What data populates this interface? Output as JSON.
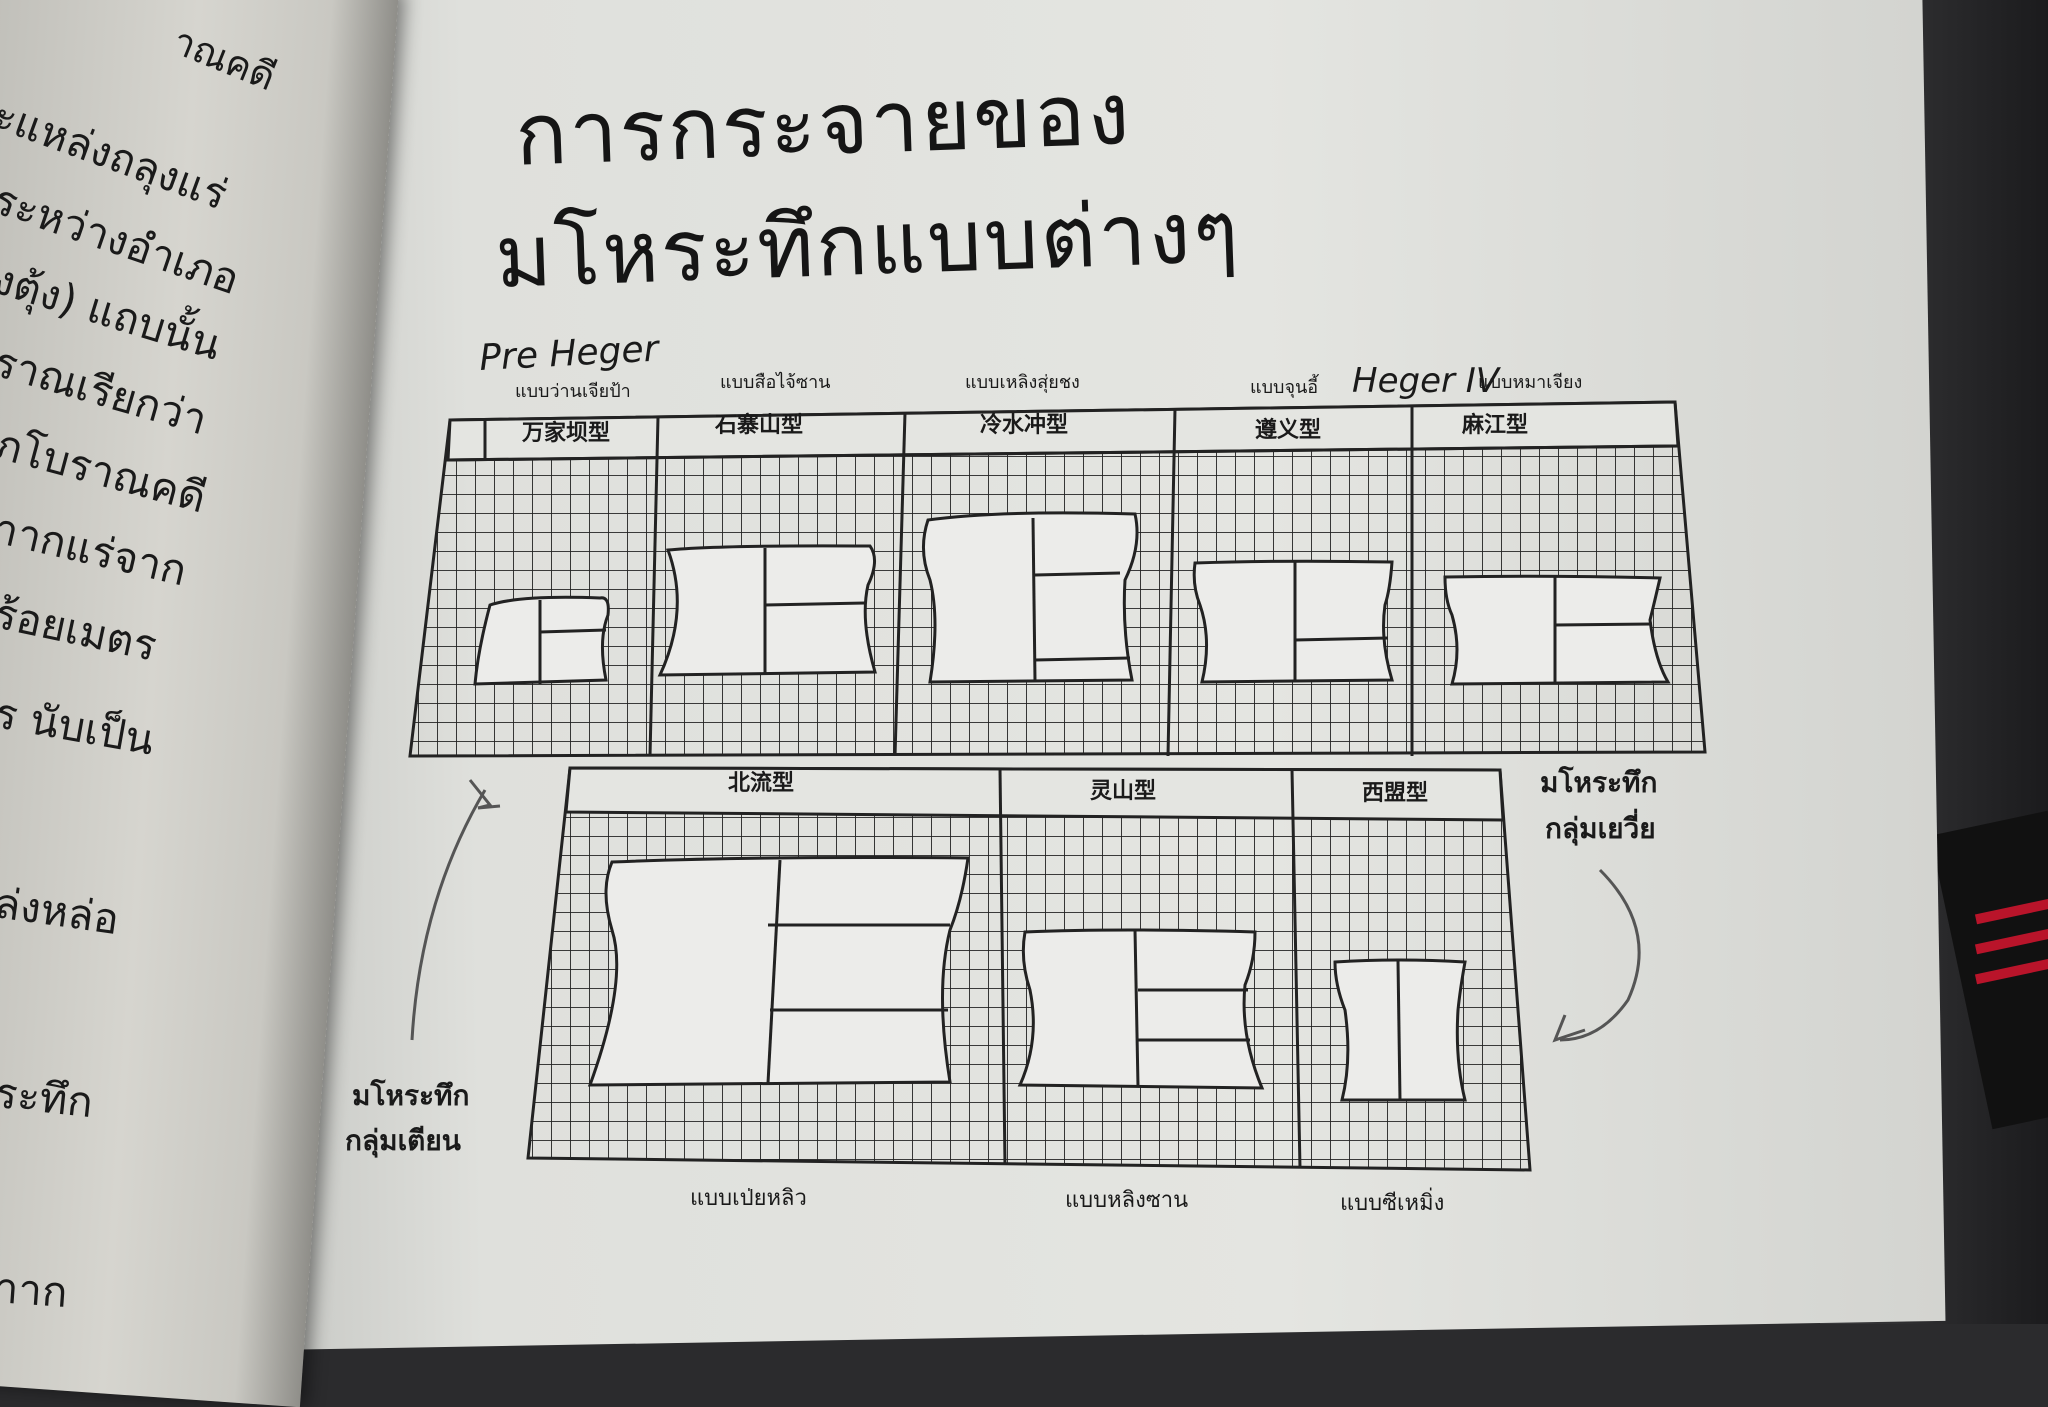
{
  "left_page": {
    "lines": [
      "าณคดี",
      "ะแหล่งถลุงแร่",
      "ระหว่างอำเภอ",
      "งตุ้ง) แถบนั้น",
      "ราณเรียกว่า",
      "ภโบราณคดี",
      "าากแร่จาก",
      "ร้อยเมตร",
      "ร นับเป็น",
      "ล่งหล่อ",
      "ระทึก",
      "าาก"
    ]
  },
  "heading": {
    "line1": "การกระจายของ",
    "line2": "มโหระทึกแบบต่างๆ"
  },
  "figure": {
    "top_row": {
      "types": [
        {
          "thai": "แบบว่านเจียป้า",
          "chinese": "万家坝型",
          "handwritten": "Pre Heger"
        },
        {
          "thai": "แบบสือไจ้ซาน",
          "chinese": "石寨山型"
        },
        {
          "thai": "แบบเหลิงสุ่ยชง",
          "chinese": "冷水冲型"
        },
        {
          "thai": "แบบจุนอี้",
          "chinese": "遵义型",
          "handwritten": "Heger IV"
        },
        {
          "thai": "แบบหมาเจียง",
          "chinese": "麻江型"
        }
      ]
    },
    "bottom_row": {
      "types": [
        {
          "thai": "แบบเป่ยหลิว",
          "chinese": "北流型"
        },
        {
          "thai": "แบบหลิงซาน",
          "chinese": "灵山型"
        },
        {
          "thai": "แบบซีเหมิ่ง",
          "chinese": "西盟型"
        }
      ]
    },
    "group_labels": {
      "left_line1": "มโหระทึก",
      "left_line2": "กลุ่มเตียน",
      "right_line1": "มโหระทึก",
      "right_line2": "กลุ่มเยวี่ย"
    }
  }
}
